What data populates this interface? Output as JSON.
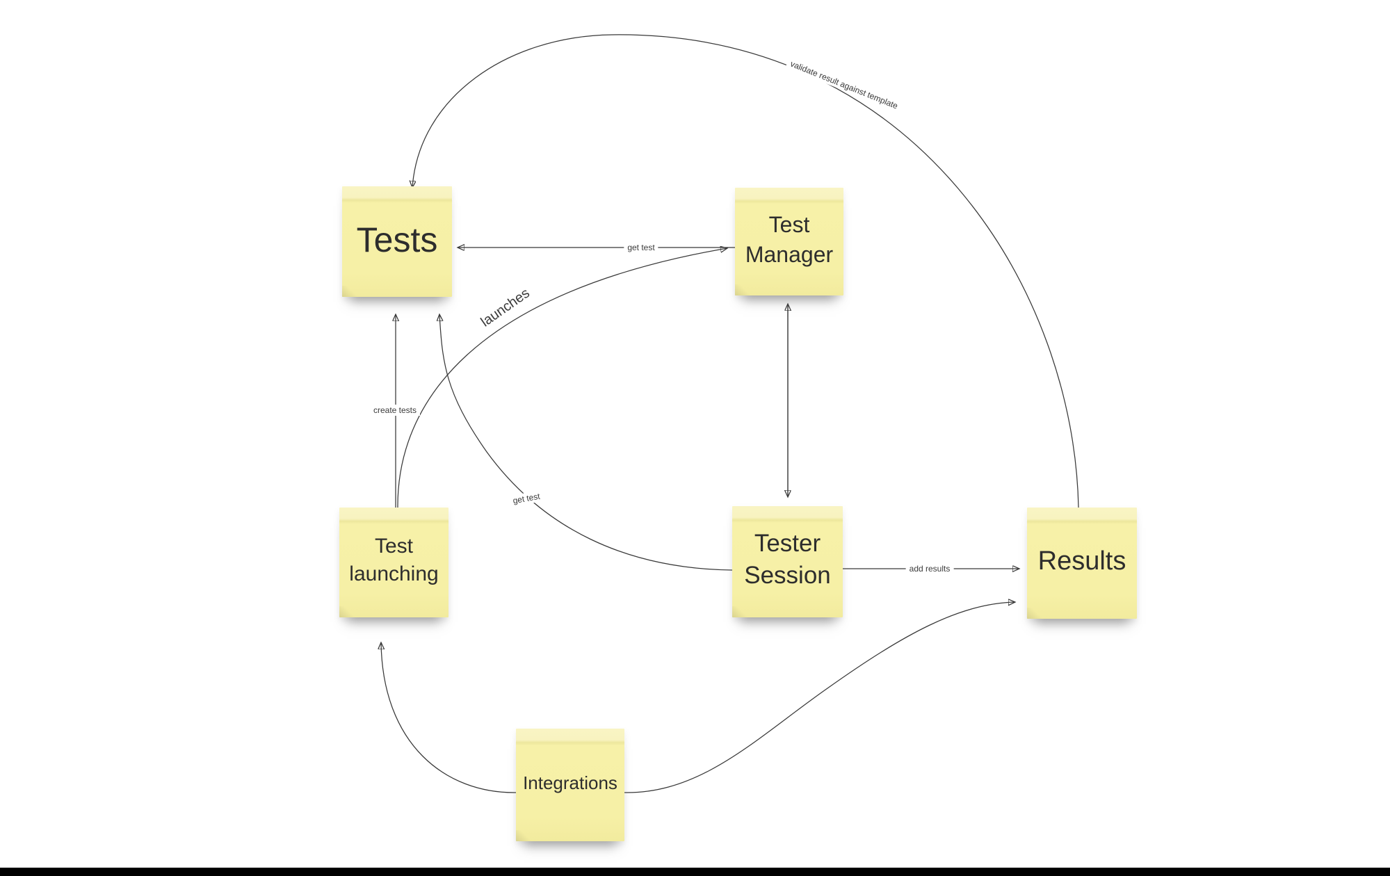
{
  "board": {
    "background_color": "#ffffff",
    "note_color": "#f6f0a6",
    "note_band_color": "#f8f3c0",
    "line_color": "#383838",
    "bottom_bar_color": "#000000"
  },
  "notes": [
    {
      "id": "tests",
      "label": "Tests"
    },
    {
      "id": "test-manager",
      "label": "Test Manager"
    },
    {
      "id": "test-launching",
      "label": "Test launching"
    },
    {
      "id": "tester-session",
      "label": "Tester Session"
    },
    {
      "id": "results",
      "label": "Results"
    },
    {
      "id": "integrations",
      "label": "Integrations"
    }
  ],
  "edges": [
    {
      "from": "test-manager",
      "to": "tests",
      "label": "get test",
      "arrow": "into tests right edge"
    },
    {
      "from": "test-launching",
      "to": "test-manager",
      "label": "launches",
      "arrow": "curve into test manager left edge"
    },
    {
      "from": "test-launching",
      "to": "tests",
      "label": "create tests",
      "arrow": "straight up into tests bottom"
    },
    {
      "from": "tester-session",
      "to": "tests",
      "label": "get test",
      "arrow": "curve up into tests bottom"
    },
    {
      "from": "test-manager",
      "to": "tester-session",
      "label": "",
      "arrow": "vertical double-headed"
    },
    {
      "from": "tester-session",
      "to": "results",
      "label": "add results",
      "arrow": "straight into results left edge"
    },
    {
      "from": "results",
      "to": "tests",
      "label": "validate result against template",
      "arrow": "large arc over the top into tests top edge"
    },
    {
      "from": "integrations",
      "to": "test-launching",
      "label": "",
      "arrow": "curve up into test launching bottom"
    },
    {
      "from": "integrations",
      "to": "results",
      "label": "",
      "arrow": "s-curve into results left edge"
    }
  ]
}
